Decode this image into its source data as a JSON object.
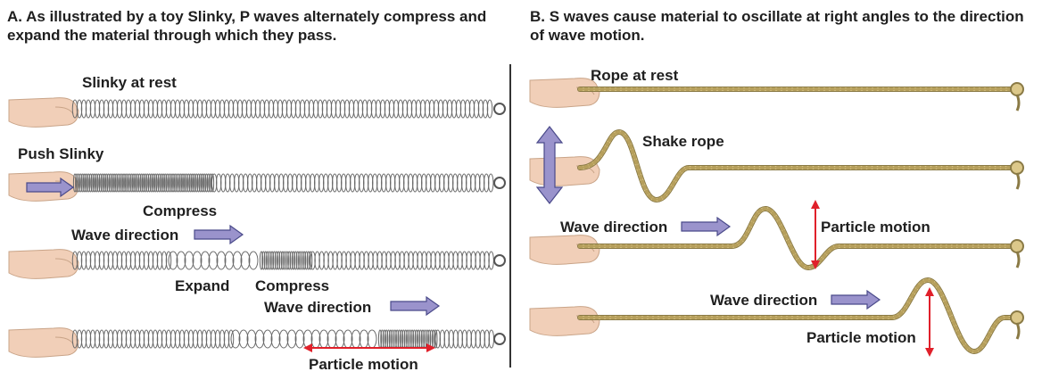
{
  "panel_a": {
    "title": "A. As illustrated by a toy Slinky, P waves alternately compress and expand the material through which they pass.",
    "labels": {
      "slinky_at_rest": "Slinky at rest",
      "push_slinky": "Push Slinky",
      "compress_1": "Compress",
      "wave_direction_1": "Wave direction",
      "expand": "Expand",
      "compress_2": "Compress",
      "wave_direction_2": "Wave direction",
      "particle_motion": "Particle motion"
    }
  },
  "panel_b": {
    "title": "B. S waves cause material to oscillate at right angles to the direction of wave motion.",
    "labels": {
      "rope_at_rest": "Rope at rest",
      "shake_rope": "Shake rope",
      "wave_direction_1": "Wave direction",
      "particle_motion_1": "Particle motion",
      "wave_direction_2": "Wave direction",
      "particle_motion_2": "Particle motion"
    }
  },
  "colors": {
    "arrow_fill": "#9a93cc",
    "arrow_stroke": "#4a4a8a",
    "motion_arrow": "#e0202a",
    "rope": "#dcc88a",
    "rope_edge": "#8a7a45",
    "coil": "#6a6a6a",
    "hand": "#f1cfb8",
    "divider": "#333333"
  }
}
